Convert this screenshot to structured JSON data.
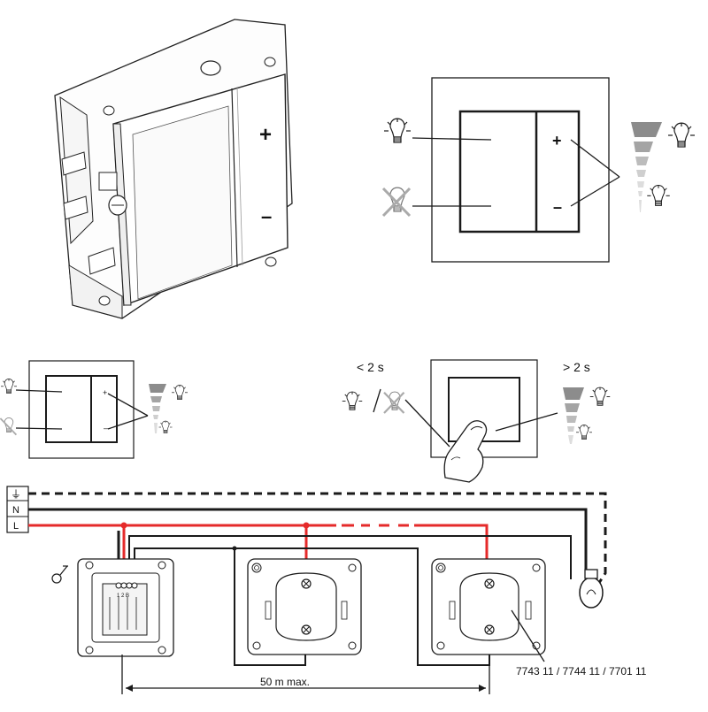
{
  "diagram": {
    "device_symbols": {
      "plus": "+",
      "minus": "–"
    },
    "timing": {
      "short_press": "< 2 s",
      "long_press": "> 2 s"
    },
    "terminal_block": {
      "earth": "⏚",
      "neutral": "N",
      "live": "L"
    },
    "dimmer_terminals": "1 2 B",
    "distance_label": "50 m max.",
    "reference_numbers": "7743 11 / 7744 11 / 7701 11",
    "wire_colors": {
      "live": "#e52a2a",
      "neutral": "#1a1a1a",
      "earth": "#1a1a1a"
    },
    "icons": [
      "dimmer-mechanism-illustration",
      "bulb-on-icon",
      "bulb-off-icon",
      "bulb-dim-icon",
      "brightness-ramp-icon",
      "finger-press-icon",
      "lamp-icon",
      "earth-symbol-icon",
      "neutral-symbol-icon"
    ]
  }
}
